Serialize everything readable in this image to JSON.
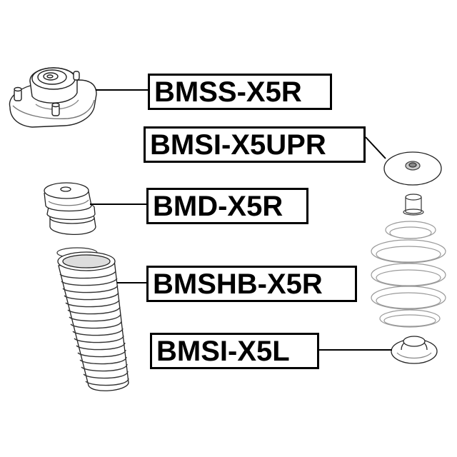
{
  "diagram": {
    "type": "exploded parts diagram - rear suspension strut components",
    "background": "#ffffff",
    "line_color": "#000000",
    "parts": [
      {
        "id": "strut-mount",
        "label": "BMSS-X5R",
        "component": "strut mount"
      },
      {
        "id": "spring-insulator-upper",
        "label": "BMSI-X5UPR",
        "component": "upper spring insulator"
      },
      {
        "id": "bump-stop",
        "label": "BMD-X5R",
        "component": "bump stop / dust damper"
      },
      {
        "id": "shock-boot",
        "label": "BMSHB-X5R",
        "component": "shock absorber boot"
      },
      {
        "id": "spring-insulator-lower",
        "label": "BMSI-X5L",
        "component": "lower spring insulator"
      }
    ],
    "context_parts": [
      {
        "id": "coil-spring",
        "component": "coil spring (grey, unlabeled)"
      },
      {
        "id": "spacer",
        "component": "small cylindrical spacer (unlabeled)"
      }
    ]
  }
}
